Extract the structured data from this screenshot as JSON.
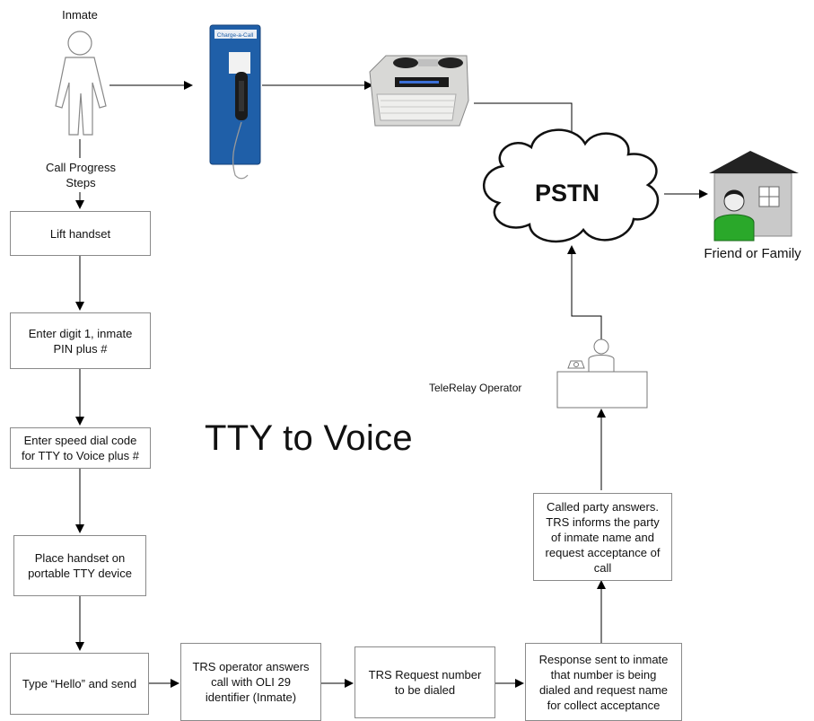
{
  "title": "TTY to Voice",
  "labels": {
    "inmate": "Inmate",
    "call_progress": "Call Progress\nSteps",
    "pstn": "PSTN",
    "friend_family": "Friend or Family",
    "telerelay": "TeleRelay Operator"
  },
  "steps": [
    "Lift handset",
    "Enter digit 1, inmate\nPIN plus #",
    "Enter speed dial code\nfor TTY to Voice plus #",
    "Place handset on\nportable TTY device",
    "Type “Hello” and send",
    "TRS operator answers\ncall with OLI 29\nidentifier (Inmate)",
    "TRS Request number\nto be dialed",
    "Response sent to inmate\nthat number is being\ndialed and request name\nfor collect acceptance",
    "Called party answers.\nTRS informs the party\nof inmate name and\nrequest acceptance of\ncall"
  ],
  "phone_sign": "Charge-a-Call",
  "colors": {
    "phone_blue": "#1f5fa8",
    "person_green": "#2aa82a",
    "house_gray": "#c9c9c9",
    "roof": "#222222"
  }
}
